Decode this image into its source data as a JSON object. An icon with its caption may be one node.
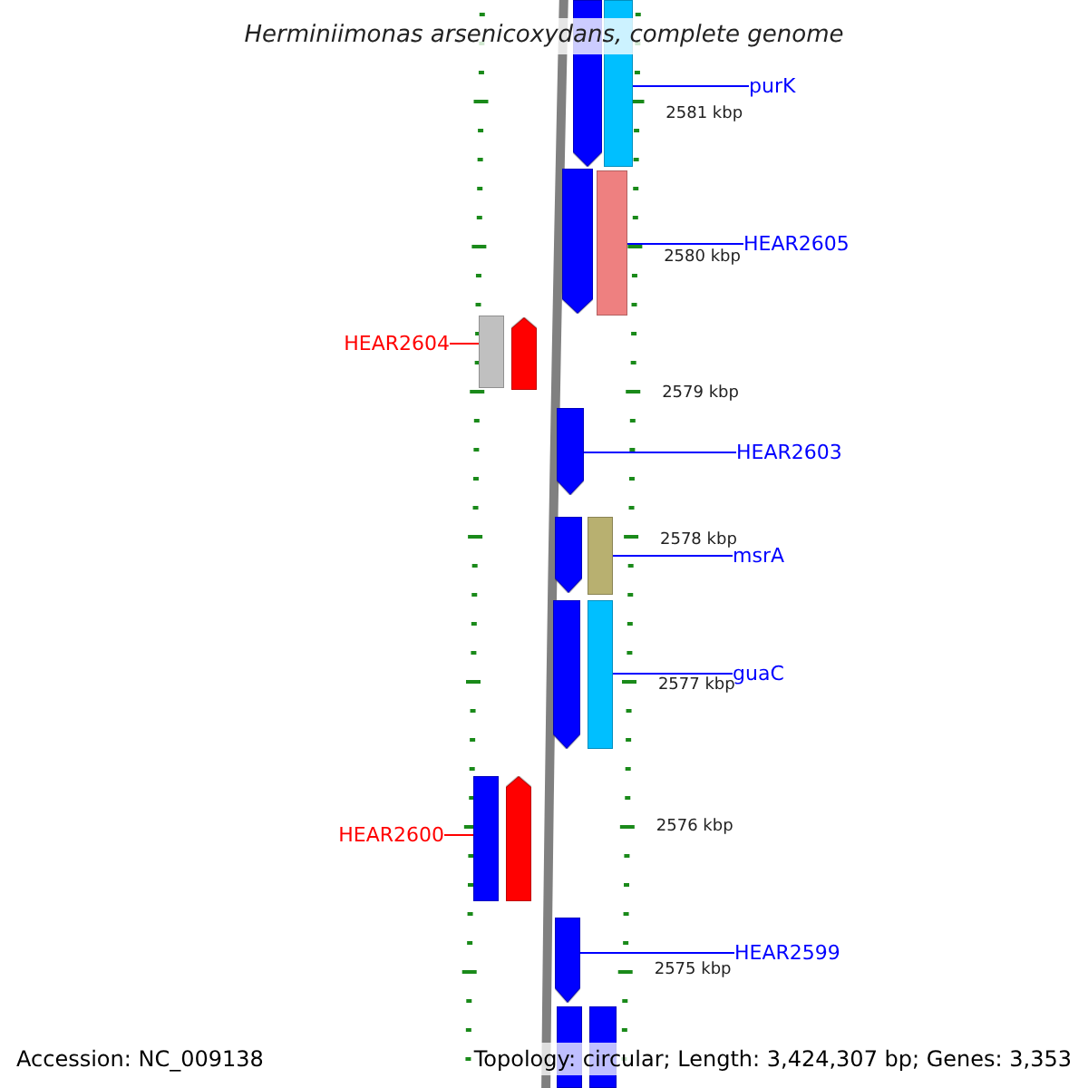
{
  "diagram": {
    "title": "Herminiimonas arsenicoxydans, complete genome",
    "nodes": [
      {
        "text": [
          "purK"
        ]
      },
      {
        "text": [],
        "shape": "bar"
      },
      {
        "text": [],
        "shape": "bar"
      },
      {
        "text": [
          "HEAR2605"
        ]
      },
      {
        "text": [],
        "shape": "bar"
      },
      {
        "text": [],
        "shape": "bar"
      },
      {
        "text": [
          "HEAR2604"
        ]
      },
      {
        "text": [],
        "shape": "bar"
      },
      {
        "text": [],
        "shape": "bar"
      },
      {
        "text": [
          "HEAR2603"
        ]
      },
      {
        "text": [],
        "shape": "bar"
      },
      {
        "text": [],
        "shape": "bar"
      },
      {
        "text": [],
        "shape": "bar"
      },
      {
        "text": [
          "msrA"
        ]
      },
      {
        "text": [],
        "shape": "bar"
      },
      {
        "text": [],
        "shape": "bar"
      },
      {
        "text": [
          "guaC"
        ]
      },
      {
        "text": [
          "HEAR2600"
        ]
      },
      {
        "text": [],
        "shape": "bar"
      },
      {
        "text": [],
        "shape": "bar"
      },
      {
        "text": [
          "HEAR2599"
        ]
      },
      {
        "text": [],
        "shape": "bar"
      },
      {
        "text": [],
        "shape": "bar"
      },
      {
        "text": [],
        "shape": "bar"
      }
    ],
    "edges": [
      {
        "from": 0,
        "to": 2,
        "arrow": "none"
      },
      {
        "from": 3,
        "to": 5,
        "arrow": "none"
      },
      {
        "from": 6,
        "to": 7,
        "arrow": "none",
        "color": "#ff0000"
      },
      {
        "from": 9,
        "to": 10,
        "arrow": "none"
      },
      {
        "from": 13,
        "to": 12,
        "arrow": "none"
      },
      {
        "from": 16,
        "to": 15,
        "arrow": "none"
      },
      {
        "from": 17,
        "to": 18,
        "arrow": "none",
        "color": "#ff0000"
      },
      {
        "from": 20,
        "to": 21,
        "arrow": "none"
      }
    ],
    "labels": [
      "2581 kbp",
      "2580 kbp",
      "2579 kbp",
      "2578 kbp",
      "2577 kbp",
      "2576 kbp",
      "2575 kbp",
      "Accession: NC_009138",
      "Topology: circular; Length: 3,424,307 bp; Genes: 3,353"
    ]
  }
}
